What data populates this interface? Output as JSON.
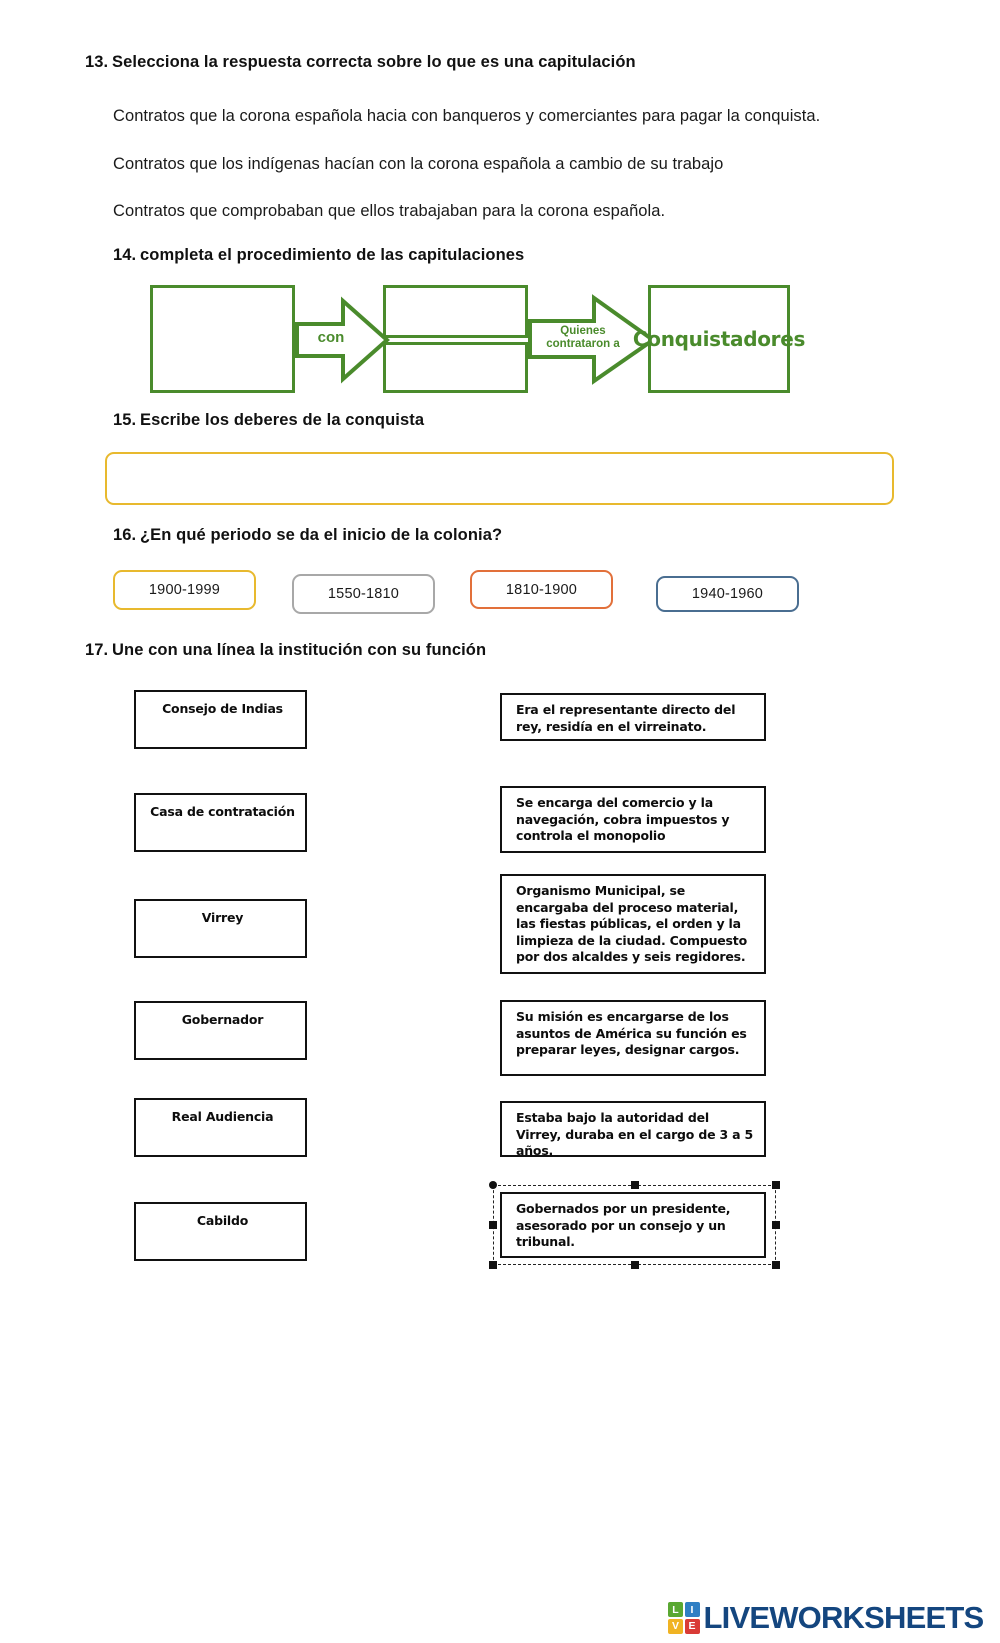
{
  "questions": {
    "q13": {
      "number": "13.",
      "prompt": "Selecciona la respuesta correcta sobre lo que es una capitulación",
      "options": [
        "Contratos que la corona española hacia con banqueros y comerciantes para pagar la conquista.",
        "Contratos que los indígenas hacían con la corona española a cambio de su trabajo",
        "Contratos que comprobaban que ellos trabajaban para la corona española."
      ]
    },
    "q14": {
      "number": "14.",
      "prompt": "completa el procedimiento de las capitulaciones",
      "diagram": {
        "box1": "",
        "arrow1_label": "con",
        "box2_top": "",
        "box2_bottom": "",
        "arrow2_label": "Quienes contrataron a",
        "box3": "Conquistadores",
        "accent_color": "#4a8b2c"
      }
    },
    "q15": {
      "number": "15.",
      "prompt": "Escribe los deberes de la conquista",
      "answer_value": "",
      "answer_placeholder": "",
      "field_border_color": "#e8b92e"
    },
    "q16": {
      "number": "16.",
      "prompt": "¿En qué periodo se da el inicio de la colonia?",
      "options": [
        {
          "label": "1900-1999",
          "border_color": "#e8b92e"
        },
        {
          "label": "1550-1810",
          "border_color": "#a8a8a8"
        },
        {
          "label": "1810-1900",
          "border_color": "#e2703a"
        },
        {
          "label": "1940-1960",
          "border_color": "#4a6e91"
        }
      ]
    },
    "q17": {
      "number": "17.",
      "prompt": "Une con una línea la institución con su función",
      "institutions": [
        "Consejo de Indias",
        "Casa de contratación",
        "Virrey",
        "Gobernador",
        "Real Audiencia",
        "Cabildo"
      ],
      "functions": [
        "Era el representante directo del rey, residía en el virreinato.",
        "Se encarga del comercio y la navegación, cobra impuestos y controla el monopolio",
        "Organismo Municipal, se encargaba del proceso material, las fiestas públicas, el orden y la limpieza de la ciudad. Compuesto por dos alcaldes y seis regidores.",
        "Su misión es encargarse de los asuntos de América su función es preparar leyes, designar cargos.",
        "Estaba bajo la autoridad del Virrey, duraba en el cargo de 3 a 5 años.",
        "Gobernados por un presidente, asesorado por un consejo y un tribunal."
      ],
      "selected_function_index": 5
    }
  },
  "footer": {
    "logo_tiles": [
      {
        "letter": "L",
        "color": "#5aa832"
      },
      {
        "letter": "I",
        "color": "#2f7fc4"
      },
      {
        "letter": "V",
        "color": "#f0b323"
      },
      {
        "letter": "E",
        "color": "#d93b36"
      }
    ],
    "brand": "LIVEWORKSHEETS",
    "brand_color": "#14467f"
  }
}
